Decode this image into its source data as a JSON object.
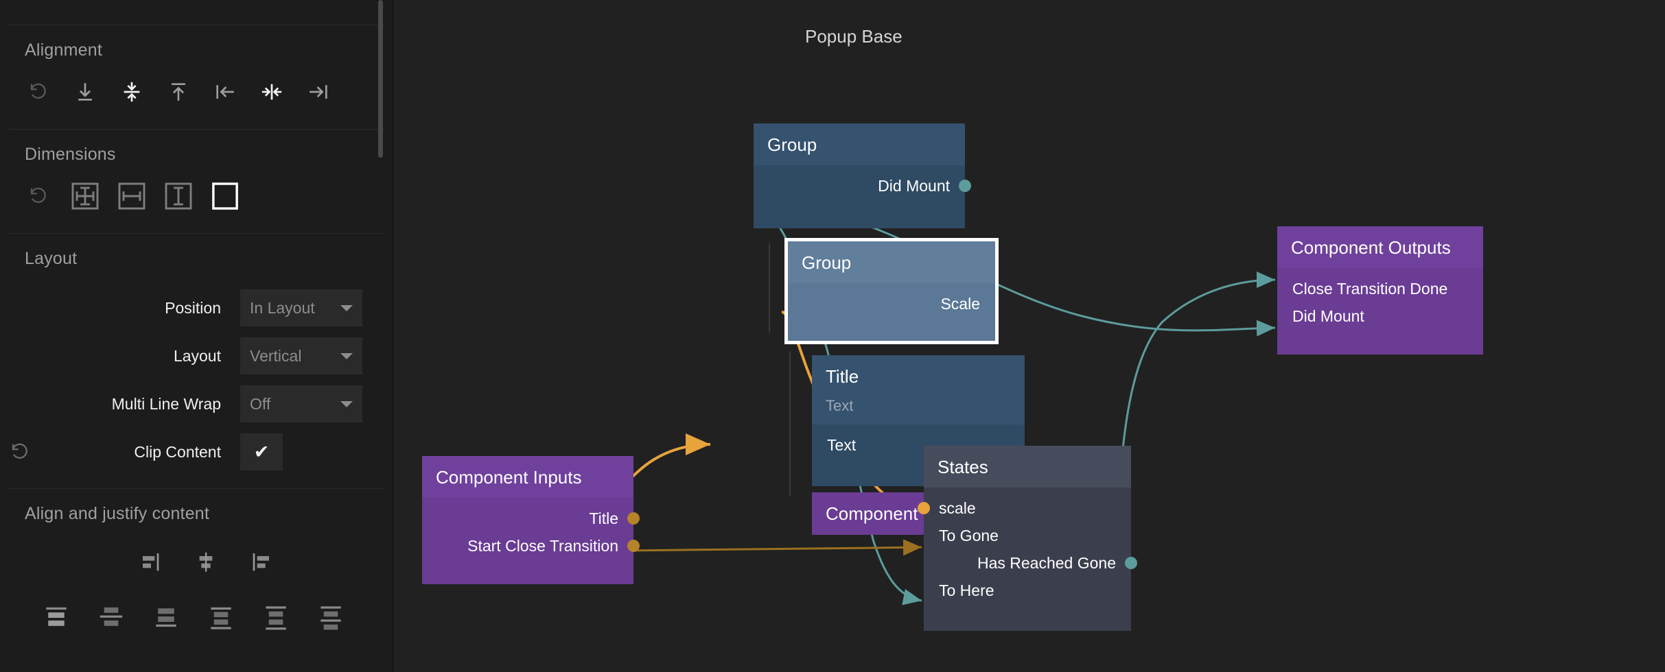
{
  "sidebar": {
    "sections": [
      {
        "title": "Alignment"
      },
      {
        "title": "Dimensions"
      },
      {
        "title": "Layout"
      },
      {
        "title": "Align and justify content"
      }
    ],
    "alignment": {
      "title": "Alignment",
      "buttons": [
        {
          "name": "reset-alignment",
          "icon": "reset-icon"
        },
        {
          "name": "align-bottom",
          "icon": "align-bottom-icon"
        },
        {
          "name": "align-vertical-center",
          "icon": "align-vertical-center-icon"
        },
        {
          "name": "align-top",
          "icon": "align-top-icon"
        },
        {
          "name": "align-left",
          "icon": "align-left-icon"
        },
        {
          "name": "align-horizontal-center",
          "icon": "align-horizontal-center-icon"
        },
        {
          "name": "align-right",
          "icon": "align-right-icon"
        }
      ]
    },
    "dimensions": {
      "title": "Dimensions",
      "buttons": [
        {
          "name": "reset-dimensions",
          "icon": "reset-icon"
        },
        {
          "name": "size-both",
          "icon": "size-both-icon"
        },
        {
          "name": "size-width",
          "icon": "size-width-icon"
        },
        {
          "name": "size-height",
          "icon": "size-height-icon"
        },
        {
          "name": "size-fixed",
          "icon": "size-fixed-icon",
          "selected": true
        }
      ]
    },
    "layout": {
      "title": "Layout",
      "rows": [
        {
          "label": "Position",
          "type": "select",
          "value": "In Layout",
          "has_reset": false
        },
        {
          "label": "Layout",
          "type": "select",
          "value": "Vertical",
          "has_reset": false
        },
        {
          "label": "Multi Line Wrap",
          "type": "select",
          "value": "Off",
          "has_reset": false
        },
        {
          "label": "Clip Content",
          "type": "checkbox",
          "value": "✔",
          "checked": true,
          "has_reset": true
        }
      ]
    },
    "align_justify": {
      "title": "Align and justify content",
      "align_buttons": [
        {
          "name": "justify-content-start",
          "icon": "justify-start-icon"
        },
        {
          "name": "justify-content-center",
          "icon": "justify-center-icon"
        },
        {
          "name": "justify-content-end",
          "icon": "justify-end-icon"
        }
      ],
      "justify_buttons": [
        {
          "name": "align-content-top",
          "icon": "content-top-icon"
        },
        {
          "name": "align-content-center",
          "icon": "content-center-icon"
        },
        {
          "name": "align-content-bottom",
          "icon": "content-bottom-icon"
        },
        {
          "name": "align-content-space-between",
          "icon": "content-space-between-icon"
        },
        {
          "name": "align-content-space-around",
          "icon": "content-space-around-icon"
        },
        {
          "name": "align-content-space-evenly",
          "icon": "content-space-evenly-icon"
        }
      ]
    }
  },
  "canvas": {
    "title": "Popup Base",
    "colors": {
      "background": "#212121",
      "node_blue": "#2f4a63",
      "node_blue_selected": "#5b7896",
      "node_purple": "#6a3c94",
      "node_states": "#3b3f4d",
      "edge_teal": "#5d9c9c",
      "edge_orange": "#e8a33d",
      "edge_dark_orange": "#9c7020",
      "selection_border": "#ffffff"
    },
    "nodes": [
      {
        "id": "group-top",
        "type": "group",
        "title": "Group",
        "outputs": [
          "Did Mount"
        ],
        "inputs": [],
        "selected": false
      },
      {
        "id": "group-selected",
        "type": "group",
        "title": "Group",
        "outputs": [
          "Scale"
        ],
        "inputs": [],
        "selected": true
      },
      {
        "id": "title-text",
        "type": "title",
        "title": "Title",
        "subtitle": "Text",
        "inputs": [
          "Text"
        ],
        "outputs": [],
        "selected": false
      },
      {
        "id": "component-children",
        "type": "purple",
        "title": "Component Children",
        "inputs": [],
        "outputs": [],
        "selected": false
      },
      {
        "id": "component-inputs",
        "type": "purple",
        "title": "Component Inputs",
        "outputs": [
          "Title",
          "Start Close Transition"
        ],
        "inputs": [],
        "selected": false
      },
      {
        "id": "component-outputs",
        "type": "purple",
        "title": "Component Outputs",
        "inputs": [
          "Close Transition Done",
          "Did Mount"
        ],
        "outputs": [],
        "selected": false
      },
      {
        "id": "states",
        "type": "states",
        "title": "States",
        "inputs": [
          "scale",
          "To Gone",
          "To Here"
        ],
        "outputs": [
          "Has Reached Gone"
        ],
        "selected": false
      }
    ],
    "edges": [
      {
        "from": "group-top.Did Mount",
        "to": "component-outputs.Did Mount",
        "color": "teal"
      },
      {
        "from": "group-top.Did Mount",
        "to": "states.To Here",
        "color": "teal"
      },
      {
        "from": "states.Has Reached Gone",
        "to": "component-outputs.Close Transition Done",
        "color": "teal"
      },
      {
        "from": "states.scale",
        "to": "group-selected.Scale",
        "color": "orange"
      },
      {
        "from": "component-inputs.Title",
        "to": "title-text.Text",
        "color": "orange"
      },
      {
        "from": "component-inputs.Start Close Transition",
        "to": "states.To Gone",
        "color": "dark-orange"
      }
    ]
  }
}
